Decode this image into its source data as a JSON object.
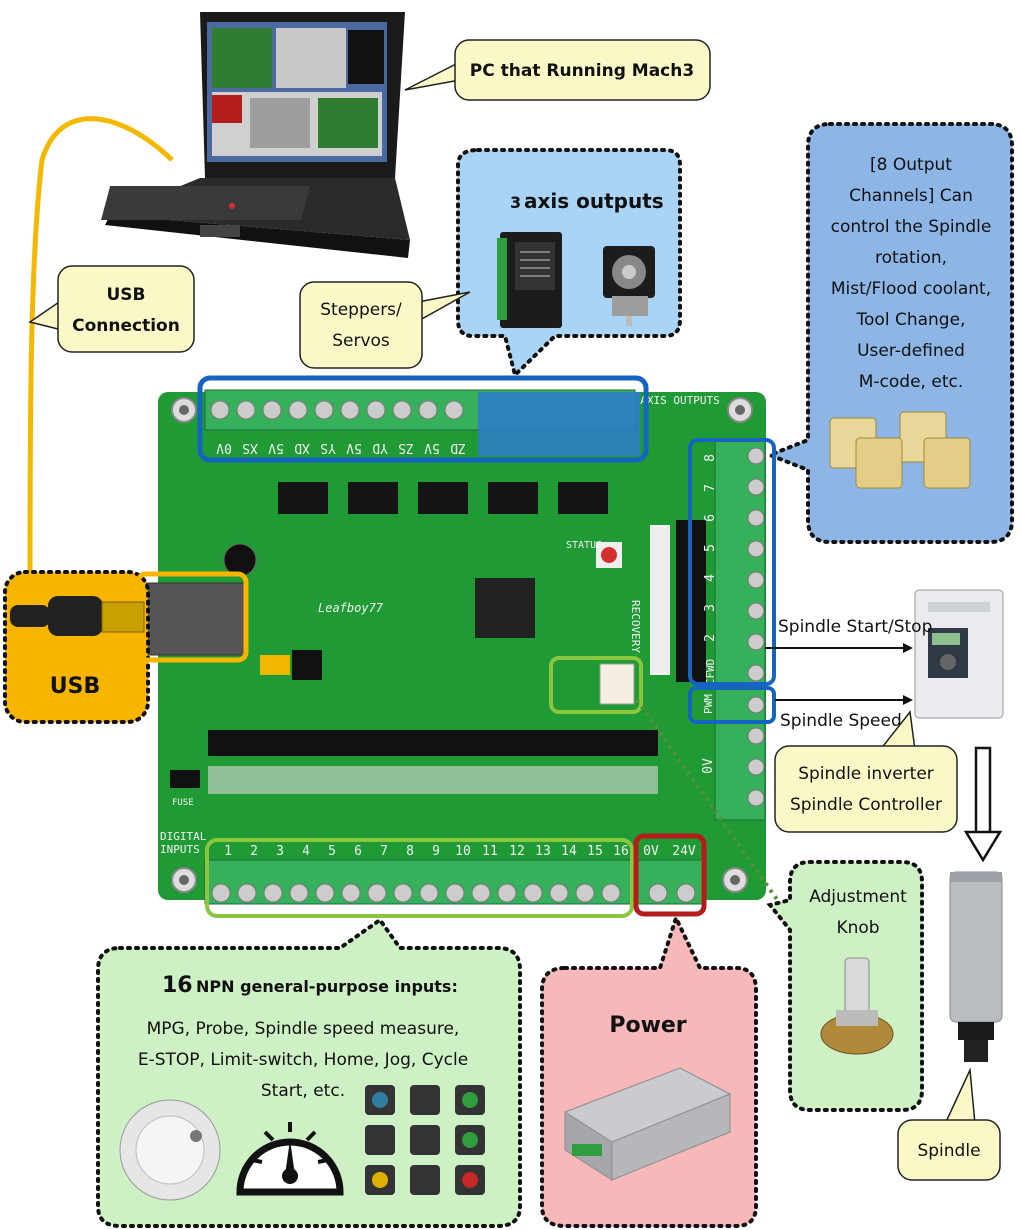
{
  "callouts": {
    "pc": "PC that Running Mach3",
    "usb_connection": [
      "USB",
      "Connection"
    ],
    "steppers": [
      "Steppers/",
      "Servos"
    ],
    "axis_outputs_num": "3",
    "axis_outputs_text": "axis outputs",
    "output_channels": [
      "[8 Output",
      "Channels] Can",
      "control the Spindle",
      "rotation,",
      "Mist/Flood coolant,",
      "Tool Change,",
      "User-defined",
      "M-code, etc."
    ],
    "usb": "USB",
    "spindle_start_stop": "Spindle Start/Stop",
    "spindle_speed": "Spindle Speed",
    "inverter": [
      "Spindle inverter",
      "Spindle Controller"
    ],
    "adjustment_knob": [
      "Adjustment",
      "Knob"
    ],
    "inputs_num": "16",
    "inputs_title": "NPN general-purpose inputs:",
    "inputs_desc": [
      "MPG, Probe, Spindle speed measure,",
      "E-STOP, Limit-switch, Home, Jog, Cycle",
      "Start, etc."
    ],
    "power": "Power",
    "spindle": "Spindle"
  },
  "board": {
    "brand": "Leafboy77",
    "axis_label": "AXIS OUTPUTS",
    "top_terminals": [
      "0V",
      "XS",
      "5V",
      "XD",
      "YS",
      "5V",
      "YD",
      "ZS",
      "5V",
      "ZD"
    ],
    "right_terminals": [
      "8",
      "7",
      "6",
      "5",
      "4",
      "3",
      "2",
      "CFWD"
    ],
    "pwm": "PWM",
    "ov_right": "0V",
    "input_numbers": [
      "1",
      "2",
      "3",
      "4",
      "5",
      "6",
      "7",
      "8",
      "9",
      "10",
      "11",
      "12",
      "13",
      "14",
      "15",
      "16"
    ],
    "power_terminals": [
      "0V",
      "24V"
    ],
    "digital_label": [
      "DIGITAL",
      "INPUTS"
    ],
    "recovery": "RECOVERY",
    "status": "STATUS",
    "fuse": "FUSE"
  },
  "colors": {
    "board": "#1f9a35",
    "terminal": "#36b05a",
    "blue_box": "#1565c0",
    "green_box": "#8cc63f",
    "red_box": "#b71c1c",
    "usb_panel": "#f7b500",
    "bubble_blue": "#a9d4f5",
    "bubble_blue2": "#8db6e6",
    "bubble_green": "#cdf0c4",
    "bubble_pink": "#f6b8b8",
    "bubble_yellow": "#fbf8c8",
    "usb_cable": "#f5b800"
  }
}
